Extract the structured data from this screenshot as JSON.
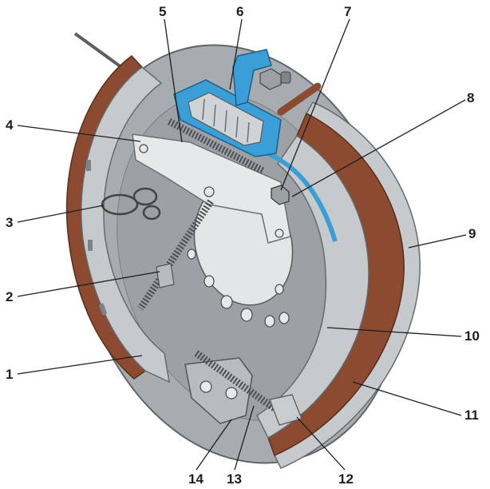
{
  "callouts": {
    "1": "1",
    "2": "2",
    "3": "3",
    "4": "4",
    "5": "5",
    "6": "6",
    "7": "7",
    "8": "8",
    "9": "9",
    "10": "10",
    "11": "11",
    "12": "12",
    "13": "13",
    "14": "14"
  }
}
